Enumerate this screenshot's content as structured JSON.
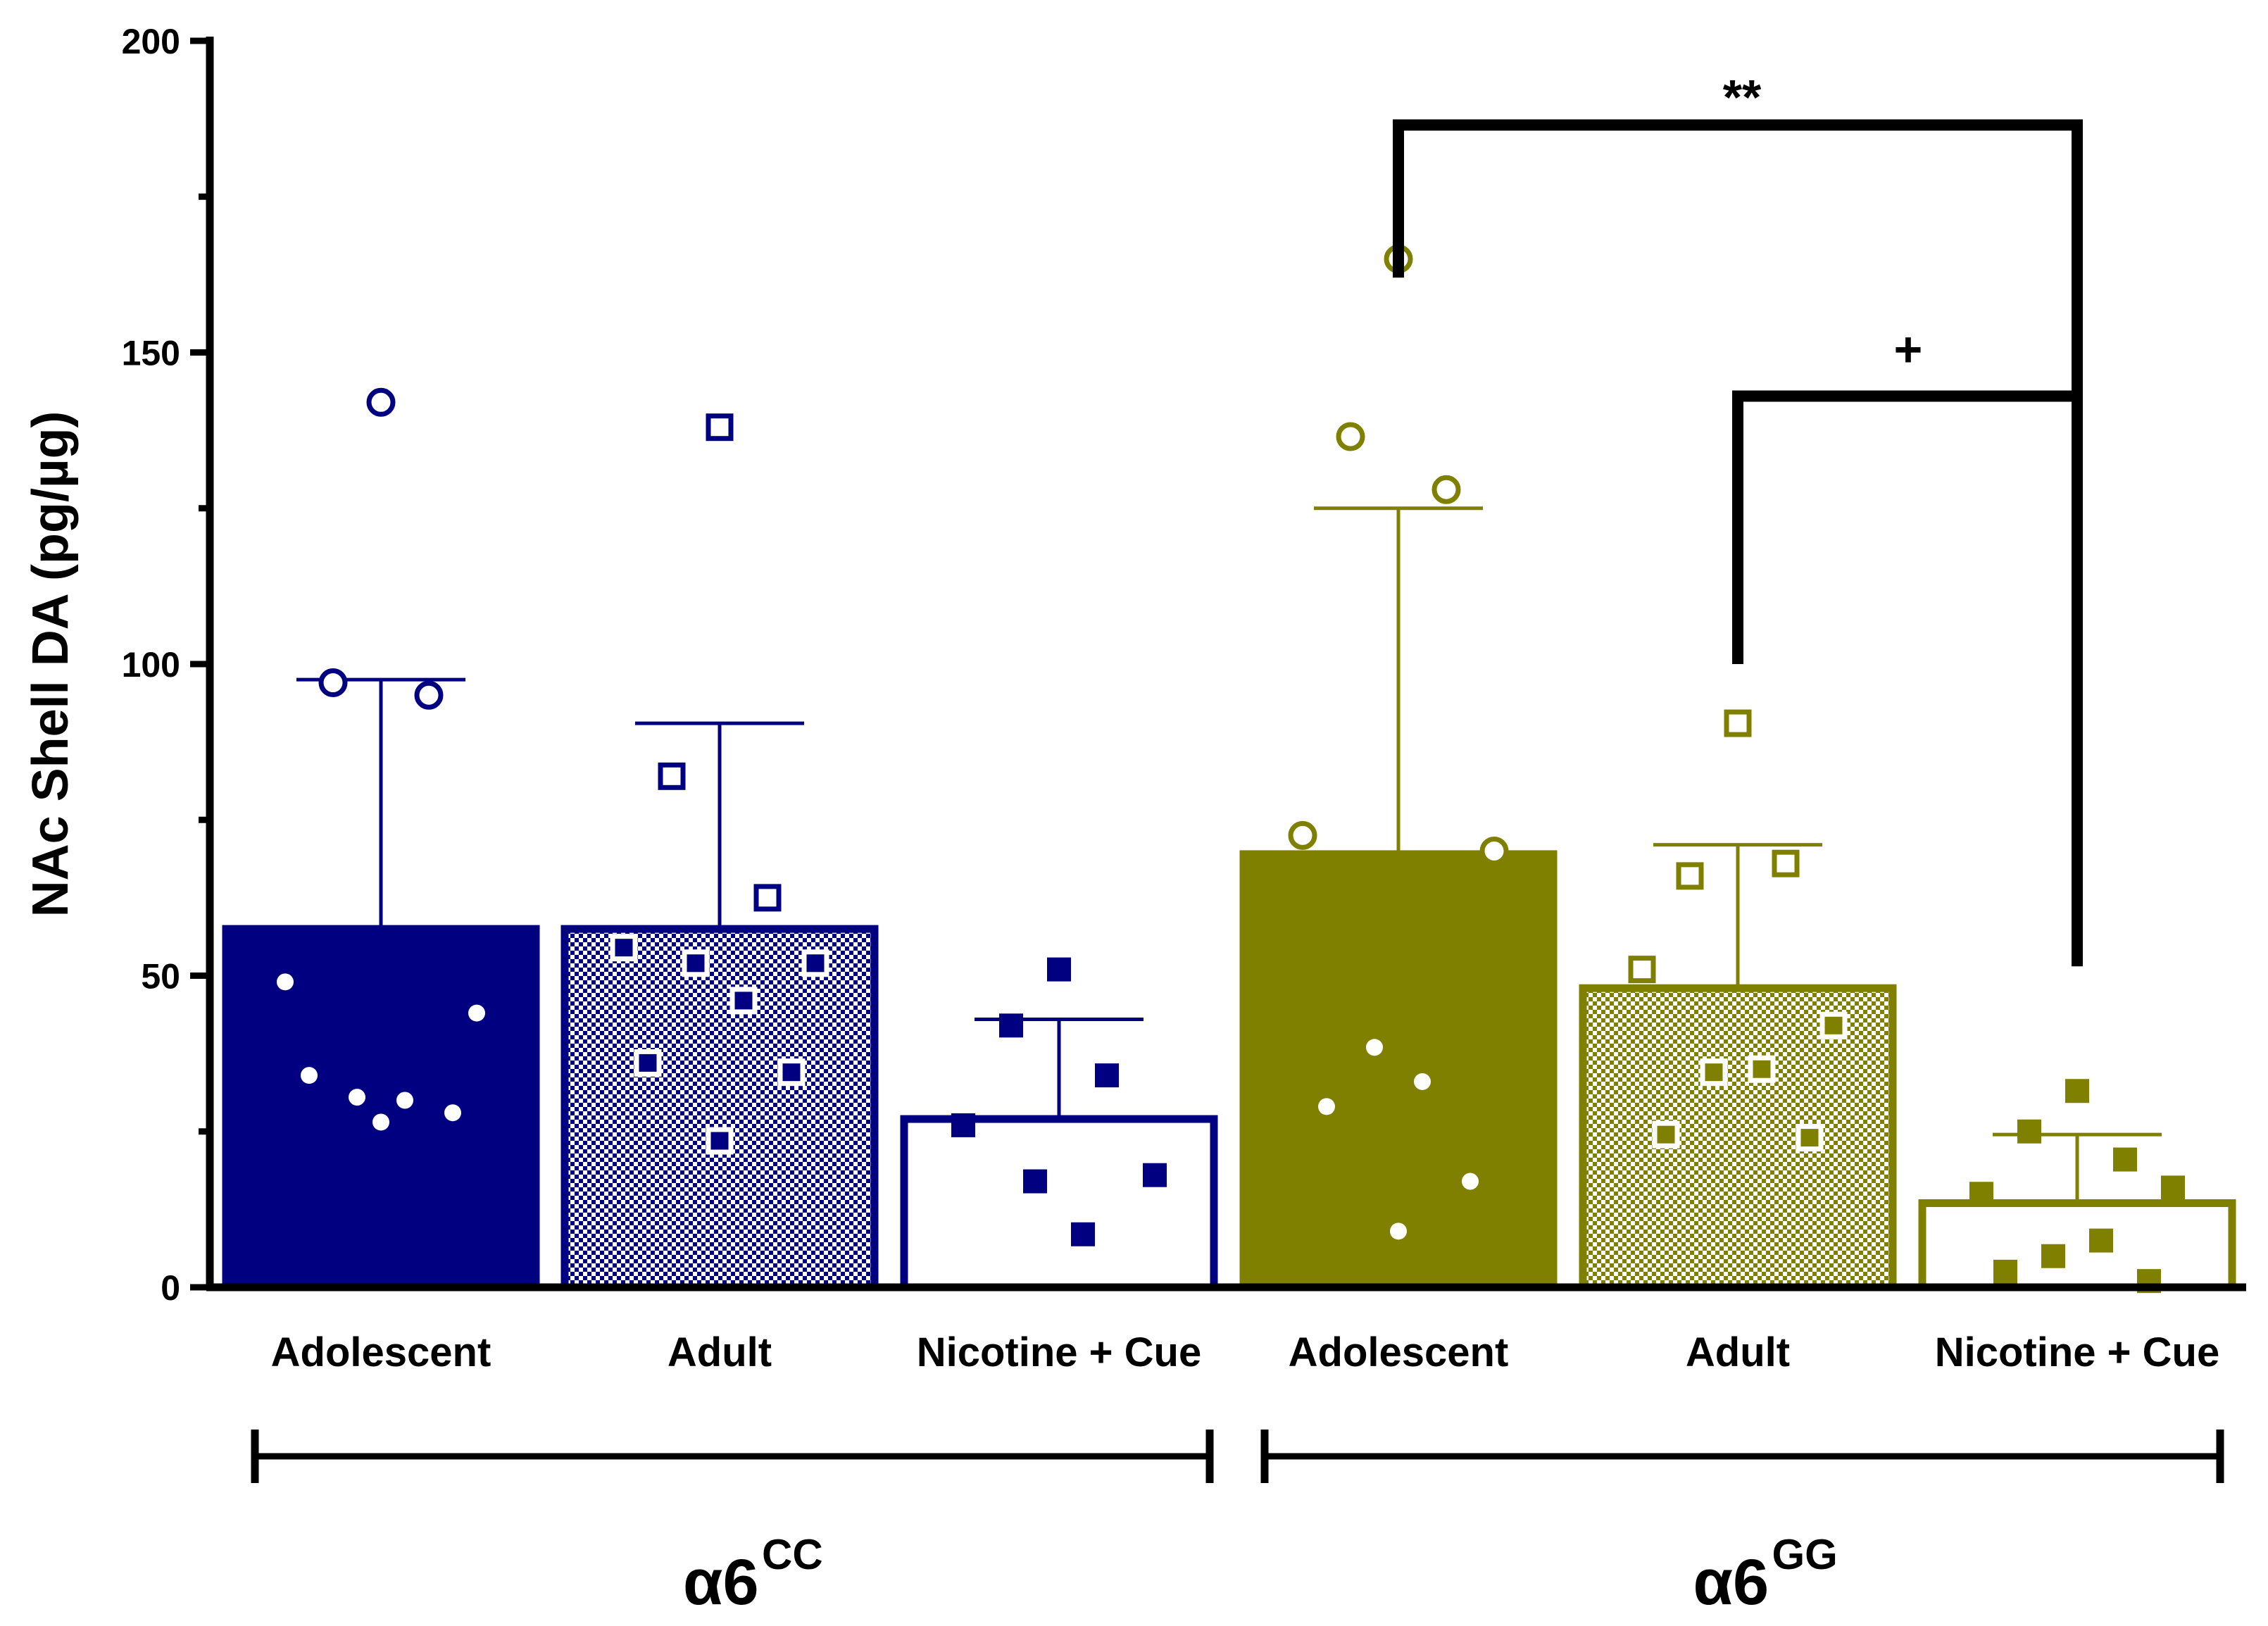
{
  "chart_data": {
    "type": "bar",
    "ylabel": "NAc Shell DA (pg/µg)",
    "ylim": [
      0,
      200
    ],
    "yticks": [
      0,
      50,
      100,
      150,
      200
    ],
    "colors": {
      "cc": "#000080",
      "gg": "#808000"
    },
    "groups": [
      {
        "label": "α6",
        "superscript": "CC",
        "categories": [
          0,
          1,
          2
        ]
      },
      {
        "label": "α6",
        "superscript": "GG",
        "categories": [
          3,
          4,
          5
        ]
      }
    ],
    "bars": [
      {
        "category": "Adolescent",
        "group": "cc",
        "fill": "solid",
        "marker": "circle",
        "mean": 57.5,
        "error_upper": 97.5,
        "points": [
          142,
          97,
          95,
          49,
          44,
          30.5,
          30,
          34,
          28,
          26.5
        ]
      },
      {
        "category": "Adult",
        "group": "cc",
        "fill": "checker",
        "marker": "square",
        "mean": 57.5,
        "error_upper": 90.5,
        "points": [
          138,
          82,
          62.5,
          54.5,
          52,
          52,
          46,
          36,
          34.5,
          23.5
        ]
      },
      {
        "category": "Nicotine + Cue",
        "group": "cc",
        "fill": "open",
        "marker": "filled-square",
        "mean": 27,
        "error_upper": 43,
        "points": [
          51,
          42,
          34,
          26,
          18,
          17,
          8.5
        ]
      },
      {
        "category": "Adolescent",
        "group": "gg",
        "fill": "solid",
        "marker": "circle",
        "mean": 69.5,
        "error_upper": 125,
        "points": [
          165,
          136.5,
          128,
          72.5,
          70,
          38.5,
          33,
          29,
          17,
          9
        ]
      },
      {
        "category": "Adult",
        "group": "gg",
        "fill": "checker",
        "marker": "square",
        "mean": 48,
        "error_upper": 71,
        "points": [
          90.5,
          66,
          68,
          51,
          42,
          34.5,
          35,
          24.5,
          24
        ]
      },
      {
        "category": "Nicotine + Cue",
        "group": "gg",
        "fill": "open",
        "marker": "filled-square",
        "mean": 13.5,
        "error_upper": 24.5,
        "points": [
          31.5,
          25,
          20.5,
          15,
          16,
          5,
          7.5,
          2.5,
          1
        ]
      }
    ],
    "significance": [
      {
        "from": 3,
        "to": 5,
        "label": "**"
      },
      {
        "from": 4,
        "to": 5,
        "label": "+"
      }
    ]
  }
}
